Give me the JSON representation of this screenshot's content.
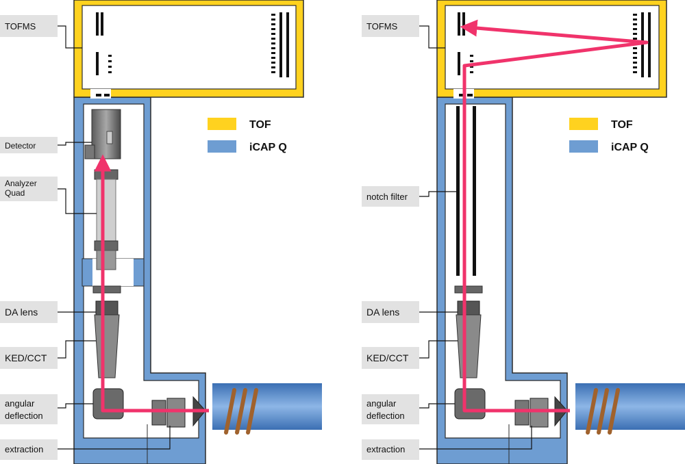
{
  "legend": {
    "tof": {
      "label": "TOF",
      "color": "#FFD21F"
    },
    "icapq": {
      "label": "iCAP Q",
      "color": "#6E9DD2"
    }
  },
  "colors": {
    "ion_path": "#F0336B",
    "label_box": "#E2E2E2",
    "coil": "#A0622D"
  },
  "left_panel": {
    "labels": {
      "tofms": "TOFMS",
      "detector": "Detector",
      "analyzer_quad_1": "Analyzer",
      "analyzer_quad_2": "Quad",
      "da_lens": "DA lens",
      "ked_cct": "KED/CCT",
      "angular_deflection_1": "angular",
      "angular_deflection_2": "deflection",
      "extraction": "extraction"
    }
  },
  "right_panel": {
    "labels": {
      "tofms": "TOFMS",
      "notch_filter": "notch filter",
      "da_lens": "DA lens",
      "ked_cct": "KED/CCT",
      "angular_deflection_1": "angular",
      "angular_deflection_2": "deflection",
      "extraction": "extraction"
    }
  }
}
